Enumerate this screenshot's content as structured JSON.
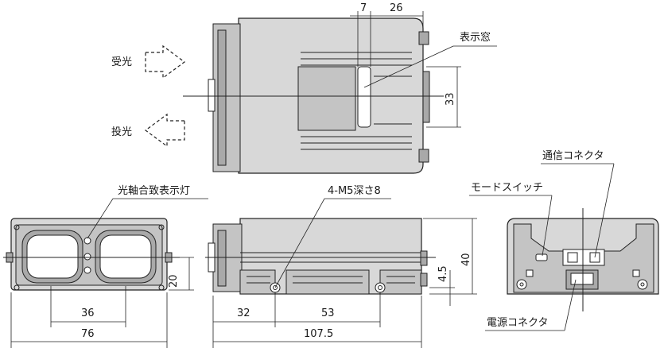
{
  "labels": {
    "receive": "受光",
    "emit": "投光",
    "display_window": "表示窓",
    "axis_indicator_lamp": "光軸合致表示灯",
    "mounting_holes": "4-M5深さ8",
    "mode_switch": "モードスイッチ",
    "comm_connector": "通信コネクタ",
    "power_connector": "電源コネクタ"
  },
  "dimensions": {
    "top_7": "7",
    "top_26": "26",
    "top_33": "33",
    "front_36": "36",
    "front_76": "76",
    "front_20": "20",
    "side_32": "32",
    "side_53": "53",
    "side_107_5": "107.5",
    "side_40": "40",
    "side_4_5": "4.5"
  }
}
